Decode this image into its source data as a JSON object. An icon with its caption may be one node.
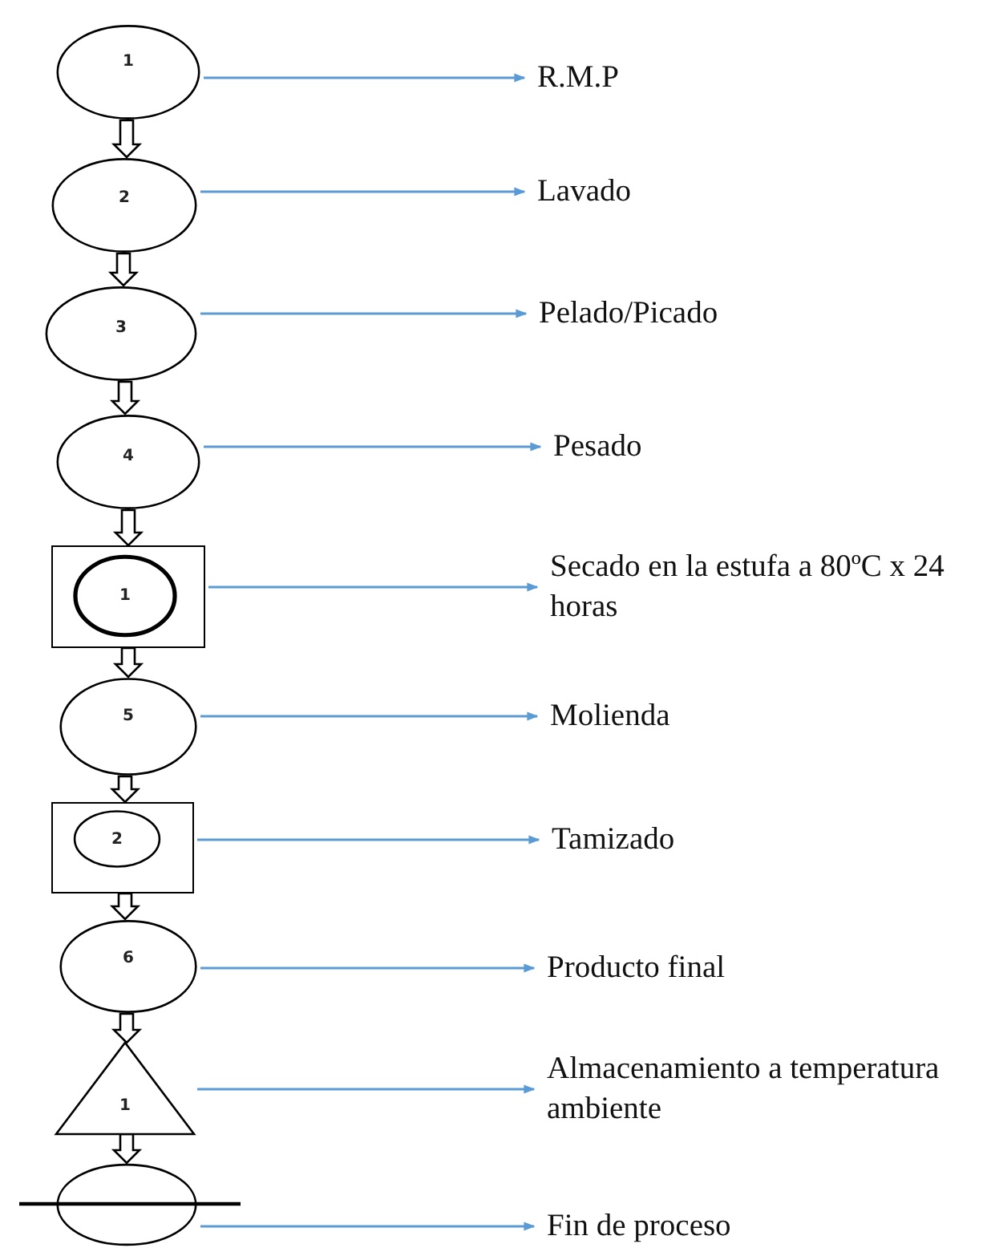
{
  "diagram": {
    "nodes": [
      {
        "text": [
          "1"
        ]
      },
      {
        "text": [
          "2"
        ]
      },
      {
        "text": [
          "3"
        ]
      },
      {
        "text": [
          "4"
        ]
      },
      {
        "text": [],
        "shape": "box"
      },
      {
        "text": [
          "1"
        ],
        "in": 4
      },
      {
        "text": [
          "5"
        ]
      },
      {
        "text": [],
        "shape": "box"
      },
      {
        "text": [
          "2"
        ],
        "in": 7
      },
      {
        "text": [
          "6"
        ]
      },
      {
        "text": [
          "1"
        ]
      },
      {
        "text": [],
        "shape": "circle"
      },
      {
        "text": [
          "R.M.P"
        ]
      },
      {
        "text": [
          "Lavado"
        ]
      },
      {
        "text": [
          "Pelado/Picado"
        ]
      },
      {
        "text": [
          "Pesado"
        ]
      },
      {
        "text": [
          "Secado en la estufa a 80ºC x 24 horas"
        ]
      },
      {
        "text": [
          "Molienda"
        ]
      },
      {
        "text": [
          "Tamizado"
        ]
      },
      {
        "text": [
          "Producto final"
        ]
      },
      {
        "text": [
          "Almacenamiento a temperatura ambiente"
        ]
      },
      {
        "text": [
          "Fin de proceso"
        ]
      }
    ],
    "edges": [
      {
        "from": 0,
        "to": 1,
        "arrow": "to",
        "style": "thick",
        "color": "#000000"
      },
      {
        "from": 1,
        "to": 2,
        "arrow": "to",
        "style": "thick",
        "color": "#000000"
      },
      {
        "from": 2,
        "to": 3,
        "arrow": "to",
        "style": "thick",
        "color": "#000000"
      },
      {
        "from": 3,
        "to": 4,
        "arrow": "to",
        "style": "thick",
        "color": "#000000"
      },
      {
        "from": 4,
        "to": 6,
        "arrow": "to",
        "style": "thick",
        "color": "#000000"
      },
      {
        "from": 6,
        "to": 7,
        "arrow": "to",
        "style": "thick",
        "color": "#000000"
      },
      {
        "from": 7,
        "to": 9,
        "arrow": "to",
        "style": "thick",
        "color": "#000000"
      },
      {
        "from": 9,
        "to": 10,
        "arrow": "to",
        "style": "thick",
        "color": "#000000"
      },
      {
        "from": 10,
        "to": 11,
        "arrow": "to",
        "style": "thick",
        "color": "#000000"
      },
      {
        "from": 0,
        "to": 12,
        "arrow": "to"
      },
      {
        "from": 1,
        "to": 13,
        "arrow": "to"
      },
      {
        "from": 2,
        "to": 14,
        "arrow": "to"
      },
      {
        "from": 3,
        "to": 15,
        "arrow": "to"
      },
      {
        "from": 4,
        "to": 16,
        "arrow": "to"
      },
      {
        "from": 6,
        "to": 17,
        "arrow": "to"
      },
      {
        "from": 7,
        "to": 18,
        "arrow": "to"
      },
      {
        "from": 9,
        "to": 19,
        "arrow": "to"
      },
      {
        "from": 10,
        "to": 20,
        "arrow": "to"
      },
      {
        "from": 11,
        "to": 21,
        "arrow": "to"
      }
    ]
  }
}
